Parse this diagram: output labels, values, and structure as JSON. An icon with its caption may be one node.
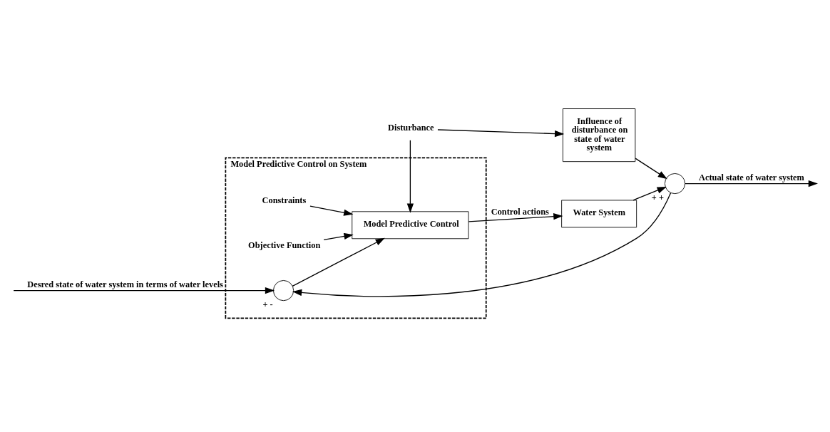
{
  "diagram": {
    "nodes": [
      {
        "text": [
          "Model Predictive Control on System"
        ]
      },
      {
        "text": [
          "Constraints"
        ],
        "in": 0
      },
      {
        "text": [
          "Objective Function"
        ],
        "in": 0
      },
      {
        "text": [],
        "shape": "circle",
        "in": 0,
        "beside": [
          "+",
          "-"
        ]
      },
      {
        "text": [
          "Model Predictive Control"
        ],
        "in": 0
      },
      {
        "text": [
          "Water System"
        ]
      },
      {
        "text": [
          "Disturbance"
        ]
      },
      {
        "text": [
          "Influence of disturbance on state of water system"
        ]
      },
      {
        "text": [],
        "shape": "circle",
        "beside": [
          "+",
          "+"
        ]
      }
    ],
    "edges": [
      {
        "from": null,
        "to": 3,
        "arrow": "to",
        "label": "Desred state of water system in terms of water levels"
      },
      {
        "from": 1,
        "to": 4,
        "arrow": "to"
      },
      {
        "from": 2,
        "to": 4,
        "arrow": "to"
      },
      {
        "from": 6,
        "to": 4,
        "arrow": "to"
      },
      {
        "from": 6,
        "to": 7,
        "arrow": "to"
      },
      {
        "from": 3,
        "to": 4,
        "arrow": "to"
      },
      {
        "from": 4,
        "to": 5,
        "arrow": "to",
        "label": "Control actions"
      },
      {
        "from": 5,
        "to": 8,
        "arrow": "to"
      },
      {
        "from": 7,
        "to": 8,
        "arrow": "to"
      },
      {
        "from": 8,
        "to": null,
        "arrow": "to",
        "label": "Actual state of water system"
      },
      {
        "from": 8,
        "to": 3,
        "arrow": "to"
      }
    ]
  }
}
